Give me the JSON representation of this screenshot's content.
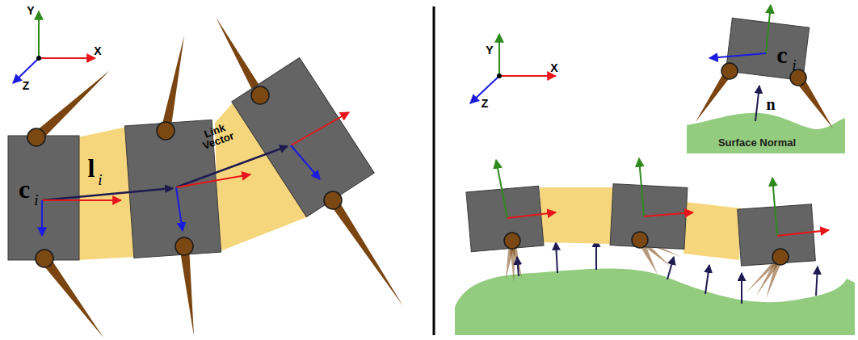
{
  "diagram": {
    "labels": [
      "Y",
      "X",
      "Z",
      "c",
      "i",
      "l",
      "i",
      "Link Vector",
      "Y",
      "X",
      "Z",
      "c",
      "i",
      "n",
      "Surface Normal"
    ]
  }
}
